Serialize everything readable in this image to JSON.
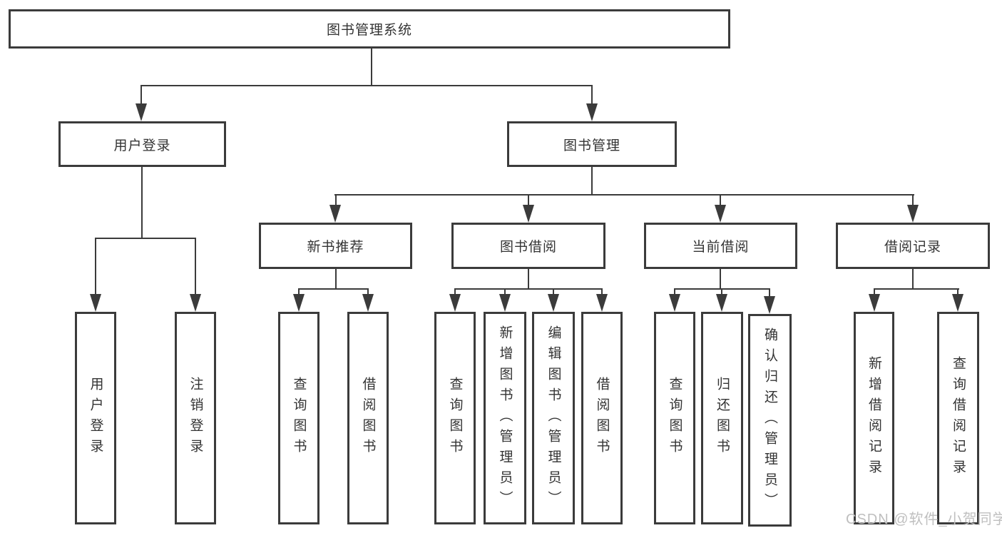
{
  "tree": {
    "root": {
      "label": "图书管理系统"
    },
    "children": [
      {
        "label": "用户登录",
        "children": [
          {
            "label": "用户登录"
          },
          {
            "label": "注销登录"
          }
        ]
      },
      {
        "label": "图书管理",
        "children": [
          {
            "label": "新书推荐",
            "children": [
              {
                "label": "查询图书"
              },
              {
                "label": "借阅图书"
              }
            ]
          },
          {
            "label": "图书借阅",
            "children": [
              {
                "label": "查询图书"
              },
              {
                "label": "新增图书（管理员）"
              },
              {
                "label": "编辑图书（管理员）"
              },
              {
                "label": "借阅图书"
              }
            ]
          },
          {
            "label": "当前借阅",
            "children": [
              {
                "label": "查询图书"
              },
              {
                "label": "归还图书"
              },
              {
                "label": "确认归还（管理员）"
              }
            ]
          },
          {
            "label": "借阅记录",
            "children": [
              {
                "label": "新增借阅记录"
              },
              {
                "label": "查询借阅记录"
              }
            ]
          }
        ]
      }
    ]
  },
  "watermark": "CSDN @软件_小贺同学",
  "colors": {
    "line": "#3b3b3b",
    "text": "#333333",
    "watermark": "#bfbfbf",
    "background": "#ffffff"
  }
}
